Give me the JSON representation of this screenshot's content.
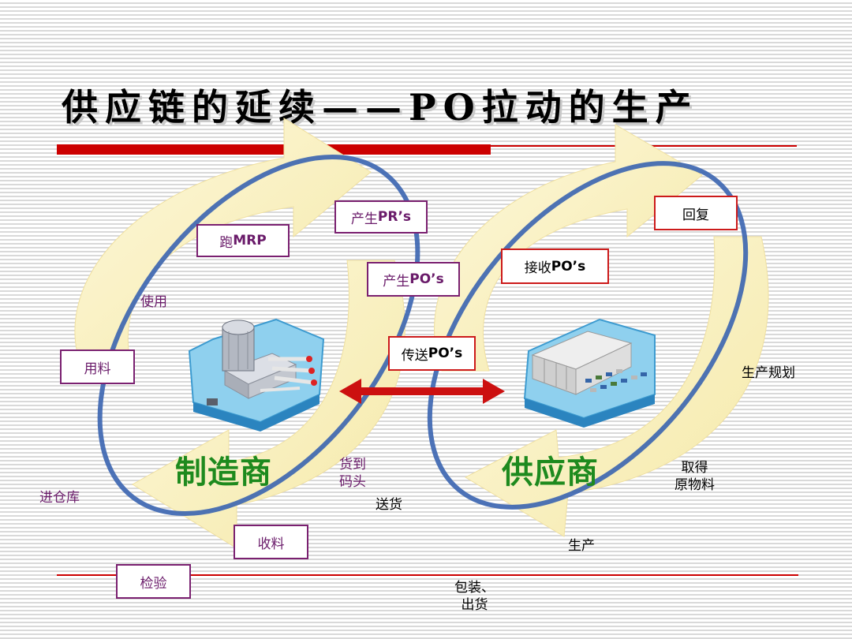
{
  "title": "供应链的延续——PO拉动的生产",
  "manufacturer": {
    "name": "制造商",
    "steps": {
      "run_mrp": {
        "prefix": "跑 ",
        "en": "MRP"
      },
      "create_prs": {
        "prefix": "产生 ",
        "en": "PR’s"
      },
      "create_pos": {
        "prefix": "产生 ",
        "en": "PO’s"
      },
      "use": "使用",
      "material": "用料",
      "warehouse": "进仓库",
      "receive": "收料",
      "inspect": "检验"
    }
  },
  "supplier": {
    "name": "供应商",
    "steps": {
      "reply": "回复",
      "receive_pos": {
        "prefix": "接收 ",
        "en": "PO’s"
      },
      "planning": "生产规划",
      "raw_material": [
        "取得",
        "原物料"
      ],
      "production": "生产",
      "pack_ship": [
        "包装、",
        "出货"
      ]
    }
  },
  "middle": {
    "send_pos": {
      "prefix": "传送 ",
      "en": "PO’s"
    },
    "arrive_dock": [
      "货到",
      "码头"
    ],
    "deliver": "送货"
  },
  "colors": {
    "accent_red": "#cc0000",
    "label_purple": "#6a1b6a",
    "company_green": "#1e8a1e",
    "loop_blue": "#3a64b0",
    "arrow_cream": "#fbf3c8"
  },
  "icons": {
    "manufacturer": "factory-icon",
    "supplier": "warehouse-icon"
  }
}
